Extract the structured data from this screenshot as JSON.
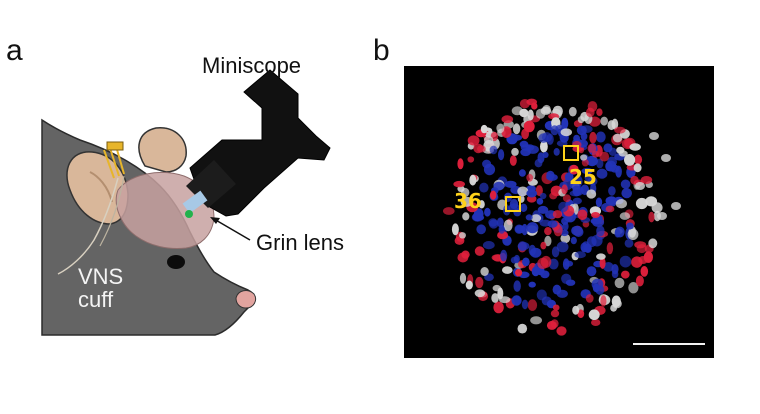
{
  "panel_a": {
    "label": "a",
    "miniscope_label": "Miniscope",
    "grin_lens_label": "Grin lens",
    "vns_label_line1": "VNS",
    "vns_label_line2": "cuff"
  },
  "panel_b": {
    "label": "b",
    "roi_labels": [
      "25",
      "36"
    ],
    "colors": {
      "background": "#000000",
      "blue_cells": "#2233b8",
      "red_cells": "#e0203c",
      "white_cells": "#d8d8d8",
      "roi_box": "#ffd21a",
      "scale_bar": "#f2f2f2"
    }
  }
}
